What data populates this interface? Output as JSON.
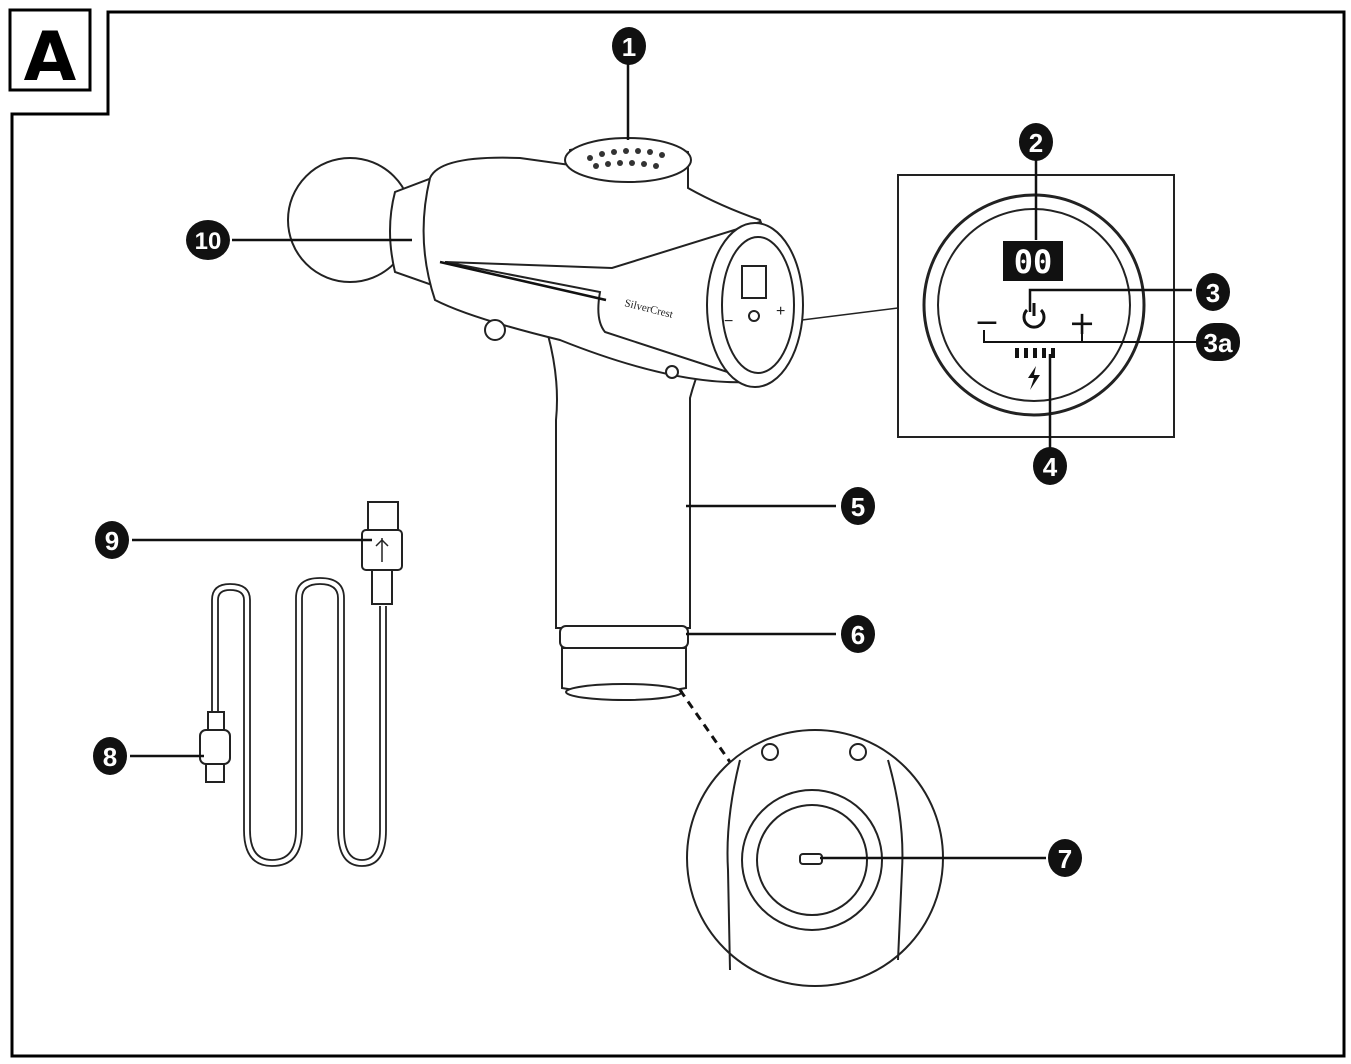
{
  "figure": {
    "letter": "A"
  },
  "device": {
    "brand": "SilverCrest"
  },
  "callouts": [
    {
      "id": "1",
      "label": "1"
    },
    {
      "id": "2",
      "label": "2"
    },
    {
      "id": "3",
      "label": "3"
    },
    {
      "id": "3a",
      "label": "3a"
    },
    {
      "id": "4",
      "label": "4"
    },
    {
      "id": "5",
      "label": "5"
    },
    {
      "id": "6",
      "label": "6"
    },
    {
      "id": "7",
      "label": "7"
    },
    {
      "id": "8",
      "label": "8"
    },
    {
      "id": "9",
      "label": "9"
    },
    {
      "id": "10",
      "label": "10"
    }
  ],
  "display": {
    "digits": "00",
    "minus": "−",
    "plus": "+"
  }
}
